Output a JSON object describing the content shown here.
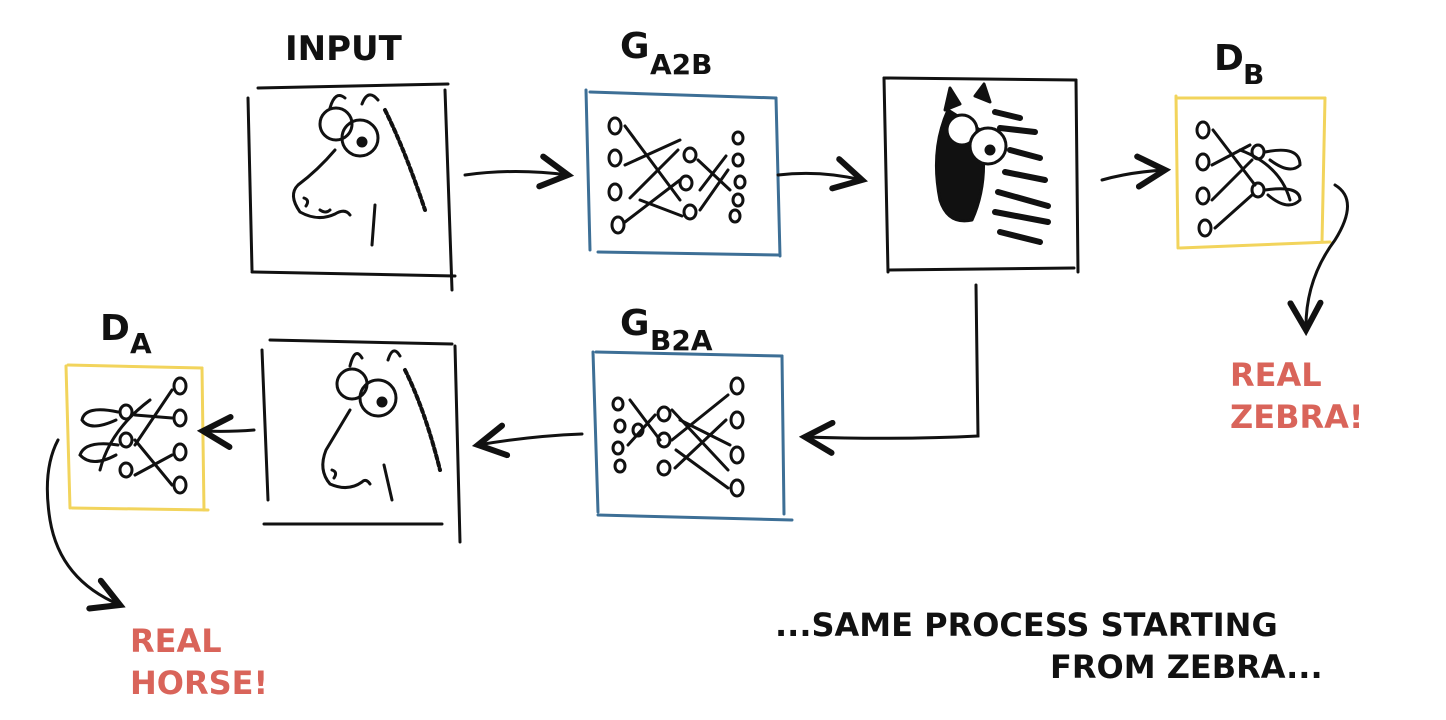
{
  "labels": {
    "input": "INPUT",
    "g_a2b_main": "G",
    "g_a2b_sub": "A2B",
    "d_b_main": "D",
    "d_b_sub": "B",
    "g_b2a_main": "G",
    "g_b2a_sub": "B2A",
    "d_a_main": "D",
    "d_a_sub": "A",
    "real_zebra_line1": "REAL",
    "real_zebra_line2": "ZEBRA!",
    "real_horse_line1": "REAL",
    "real_horse_line2": "HORSE!",
    "note_line1": "...SAME PROCESS STARTING",
    "note_line2": "FROM ZEBRA..."
  },
  "colors": {
    "ink": "#111111",
    "generator_frame": "#3d6f96",
    "discriminator_frame": "#f2d45c",
    "verdict_text": "#d9645a"
  }
}
